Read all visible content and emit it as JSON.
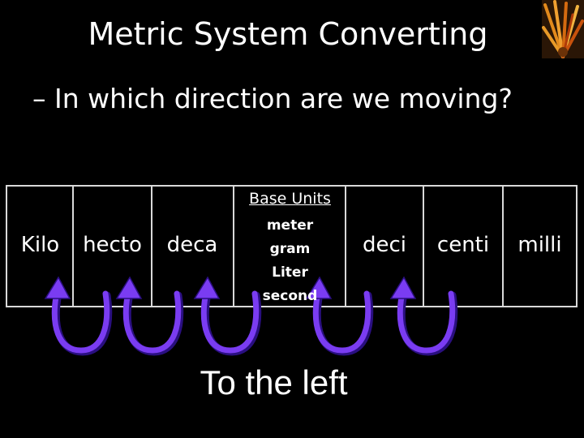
{
  "slide": {
    "title": "Metric System Converting",
    "subtitle": "– In which direction are we moving?",
    "answer": "To the left"
  },
  "table": {
    "prefixes_left": [
      "Kilo",
      "hecto",
      "deca"
    ],
    "base_header": "Base Units",
    "base_units": [
      "meter",
      "gram",
      "Liter",
      "second"
    ],
    "prefixes_right": [
      "deci",
      "centi",
      "milli"
    ]
  },
  "colors": {
    "background": "#000000",
    "text": "#ffffff",
    "arrow": "#7a3cf2",
    "arrow_dark": "#3a1aa0"
  }
}
